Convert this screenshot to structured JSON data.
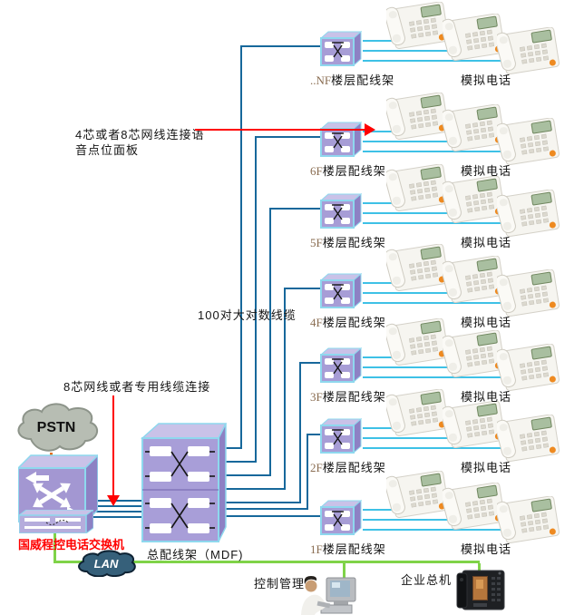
{
  "diagram": {
    "floors": [
      {
        "prefix": "..NF",
        "suffix": "楼层配线架",
        "phones_label": "模拟电话"
      },
      {
        "prefix": "6F",
        "suffix": "楼层配线架",
        "phones_label": "模拟电话"
      },
      {
        "prefix": "5F",
        "suffix": "楼层配线架",
        "phones_label": "模拟电话"
      },
      {
        "prefix": "4F",
        "suffix": "楼层配线架",
        "phones_label": "模拟电话"
      },
      {
        "prefix": "3F",
        "suffix": "楼层配线架",
        "phones_label": "模拟电话"
      },
      {
        "prefix": "2F",
        "suffix": "楼层配线架",
        "phones_label": "模拟电话"
      },
      {
        "prefix": "1F",
        "suffix": "楼层配线架",
        "phones_label": "模拟电话"
      }
    ],
    "annotations": {
      "voice_panel_line1": "4芯或者8芯网线连接语",
      "voice_panel_line2": "音点位面板",
      "trunk_cable": "100对大对数线缆",
      "uplink": "8芯网线或者专用线缆连接"
    },
    "nodes": {
      "pstn": "PSTN",
      "pbx": "国威程控电话交换机",
      "mdf": "总配线架（MDF)",
      "lan": "LAN",
      "control": "控制管理",
      "operator": "企业总机"
    },
    "colors": {
      "trunk_line": "#17689b",
      "phone_line": "#3ec1e6",
      "lan_line": "#7fd348",
      "arrow": "#ff0000",
      "pbx_label": "#ff0000",
      "pstn_dotted": "#e36c0a",
      "box_fill": "#a79dd6",
      "box_border": "#8ed8ee"
    }
  }
}
